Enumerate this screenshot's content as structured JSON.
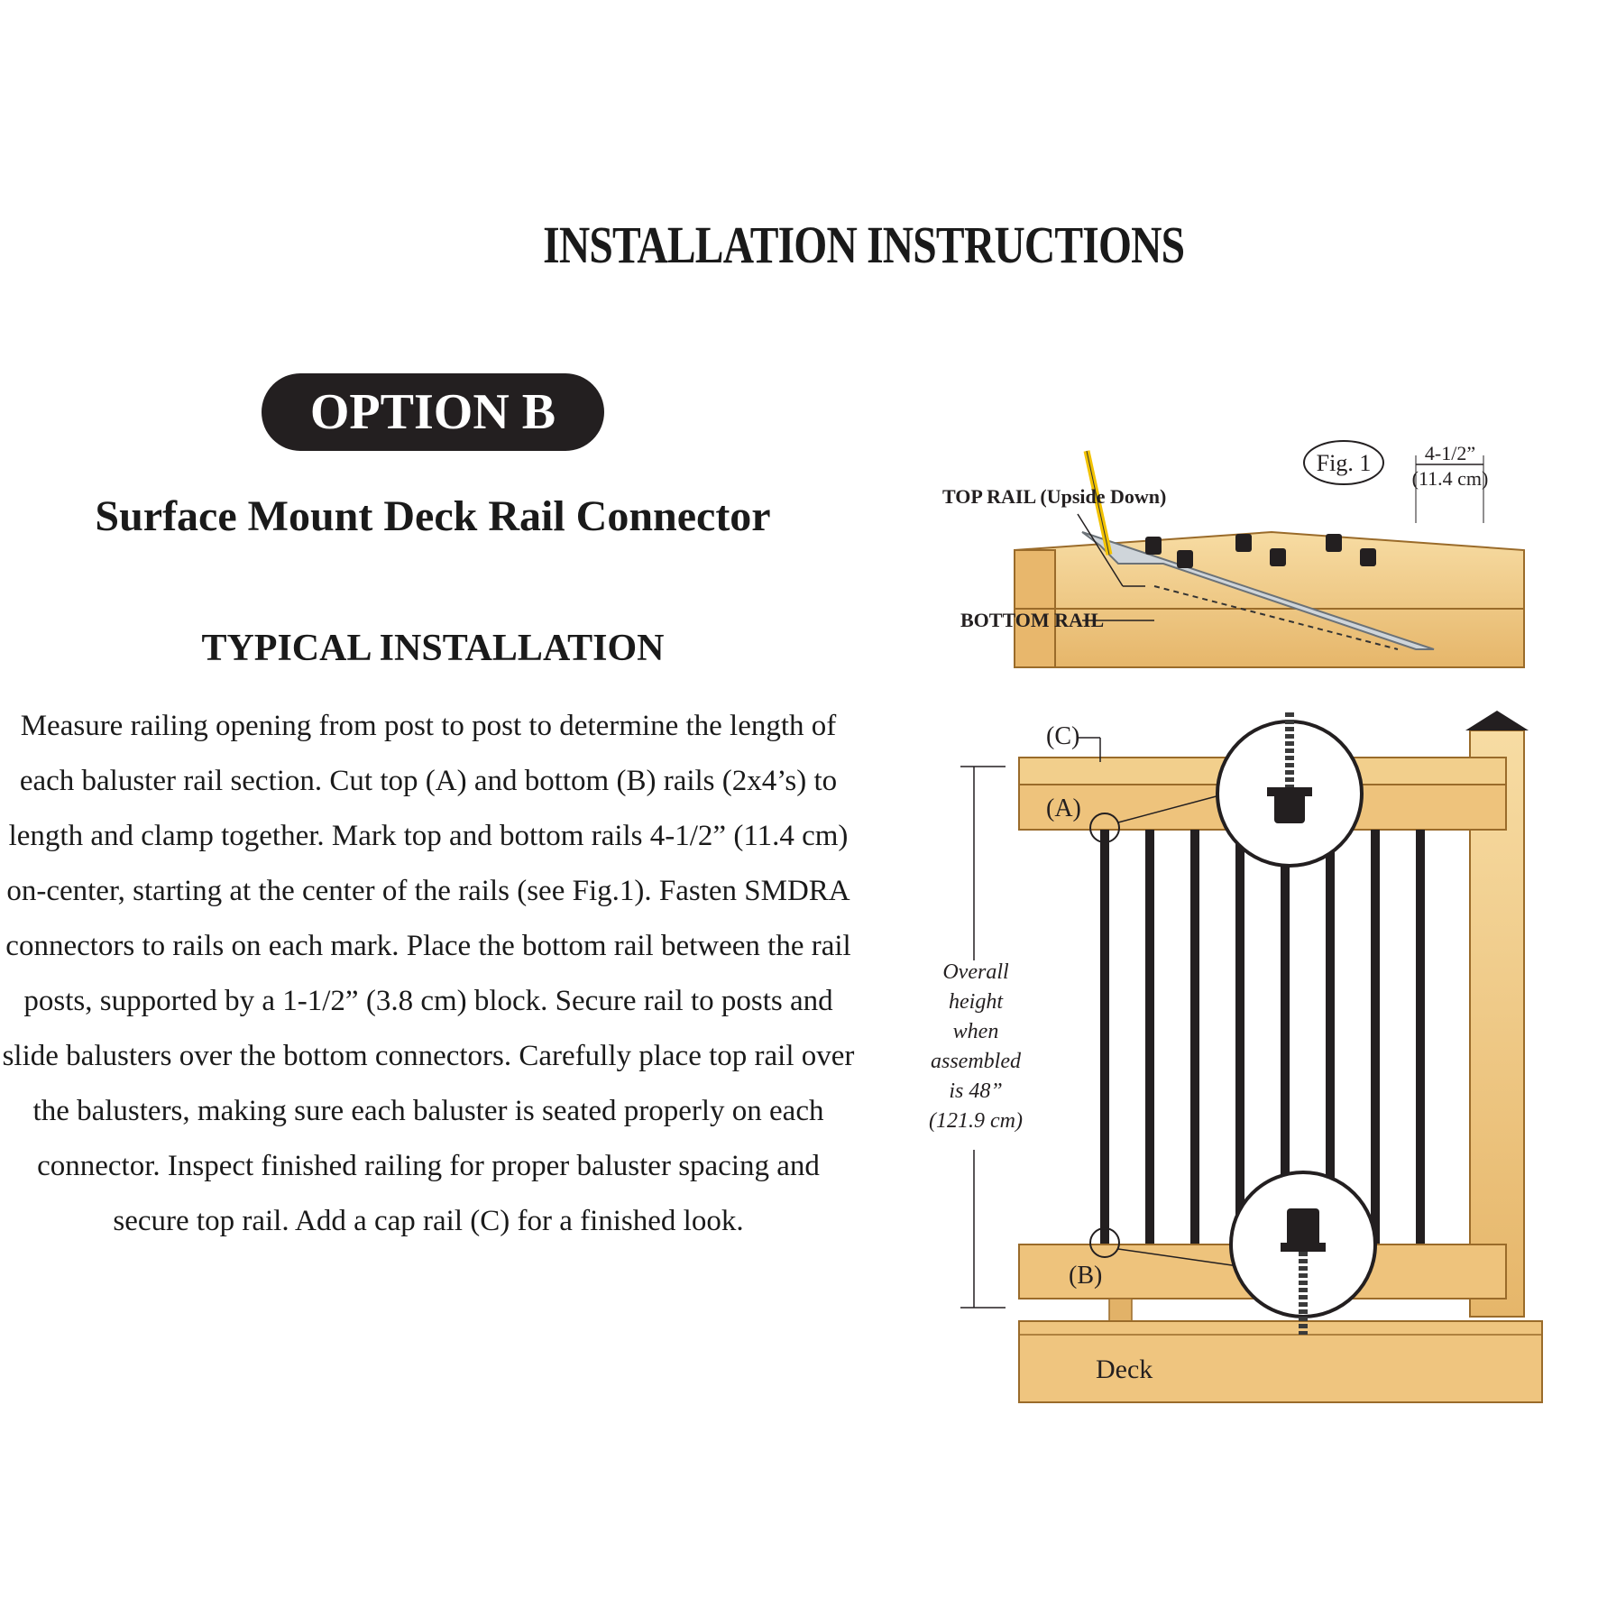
{
  "header": {
    "title": "INSTALLATION INSTRUCTIONS"
  },
  "option_badge": {
    "label": "OPTION B"
  },
  "product": {
    "name": "Surface Mount Deck Rail Connector"
  },
  "section": {
    "heading": "TYPICAL INSTALLATION",
    "body": "Measure railing opening from post to post to determine the length of each baluster rail section. Cut top (A) and bottom (B) rails (2x4’s) to length and clamp together. Mark top and bottom rails 4-1/2” (11.4 cm) on-center, starting at the center of the rails (see Fig.1). Fasten SMDRA connectors to rails on each mark. Place the bottom rail between the rail posts, supported by a 1-1/2” (3.8 cm) block. Secure rail to posts and slide balusters over the bottom connectors. Carefully place top rail over the balusters, making sure each baluster is seated properly on each connector. Inspect finished railing for proper baluster spacing and secure top rail. Add a cap rail (C) for a finished look."
  },
  "figure1": {
    "label": "Fig. 1",
    "spacing_in": "4-1/2”",
    "spacing_cm": "(11.4 cm)",
    "top_rail_label": "TOP RAIL (Upside Down)",
    "bottom_rail_label": "BOTTOM RAIL"
  },
  "assembly": {
    "cap_label": "(C)",
    "top_label": "(A)",
    "bottom_label": "(B)",
    "deck_label": "Deck",
    "height_note": [
      "Overall",
      "height",
      "when",
      "assembled",
      "is 48”",
      "(121.9 cm)"
    ]
  },
  "colors": {
    "wood": "#f2cf8c",
    "wood_dark": "#d9a85c",
    "ink": "#231f20",
    "watermark": "#f5c542"
  }
}
